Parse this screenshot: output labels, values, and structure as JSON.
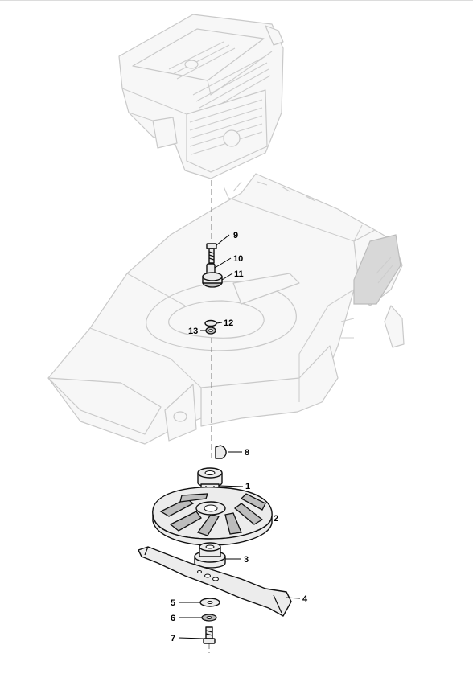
{
  "callouts": [
    {
      "id": "9",
      "label": "9"
    },
    {
      "id": "10",
      "label": "10"
    },
    {
      "id": "11",
      "label": "11"
    },
    {
      "id": "12",
      "label": "12"
    },
    {
      "id": "13",
      "label": "13"
    },
    {
      "id": "8",
      "label": "8"
    },
    {
      "id": "1",
      "label": "1"
    },
    {
      "id": "2",
      "label": "2"
    },
    {
      "id": "3",
      "label": "3"
    },
    {
      "id": "4",
      "label": "4"
    },
    {
      "id": "5",
      "label": "5"
    },
    {
      "id": "6",
      "label": "6"
    },
    {
      "id": "7",
      "label": "7"
    }
  ]
}
